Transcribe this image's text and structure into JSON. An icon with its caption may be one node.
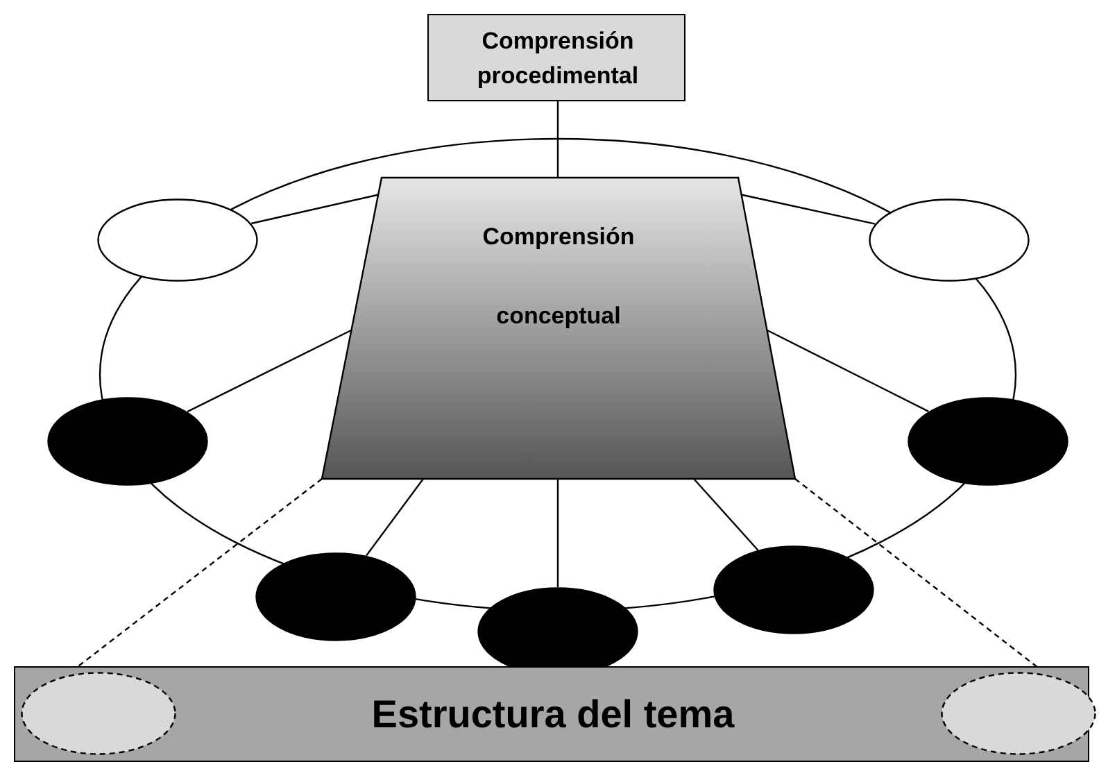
{
  "diagram": {
    "nodes": [
      {
        "text": [
          "Comprensión procedimental"
        ]
      },
      {
        "text": [
          "Comprensión conceptual"
        ]
      },
      {
        "text": [],
        "shape": "ellipse"
      },
      {
        "text": [],
        "shape": "ellipse"
      },
      {
        "text": [],
        "shape": "ellipse"
      },
      {
        "text": [],
        "shape": "ellipse"
      },
      {
        "text": [],
        "shape": "ellipse"
      },
      {
        "text": [],
        "shape": "ellipse"
      },
      {
        "text": [],
        "shape": "ellipse"
      },
      {
        "text": [
          "Estructura del tema"
        ]
      },
      {
        "text": [],
        "shape": "ellipse",
        "in": 9
      },
      {
        "text": [],
        "shape": "ellipse",
        "in": 9
      }
    ],
    "edges": [
      {
        "from": 0,
        "to": 1,
        "arrow": "none"
      },
      {
        "from": 2,
        "to": 1,
        "arrow": "none"
      },
      {
        "from": 3,
        "to": 1,
        "arrow": "none"
      },
      {
        "from": 4,
        "to": 1,
        "arrow": "none"
      },
      {
        "from": 5,
        "to": 1,
        "arrow": "none"
      },
      {
        "from": 6,
        "to": 1,
        "arrow": "none"
      },
      {
        "from": 7,
        "to": 1,
        "arrow": "none"
      },
      {
        "from": 8,
        "to": 1,
        "arrow": "none"
      },
      {
        "from": 1,
        "to": 10,
        "arrow": "none",
        "style": "dashed"
      },
      {
        "from": 1,
        "to": 11,
        "arrow": "none",
        "style": "dashed"
      }
    ]
  }
}
